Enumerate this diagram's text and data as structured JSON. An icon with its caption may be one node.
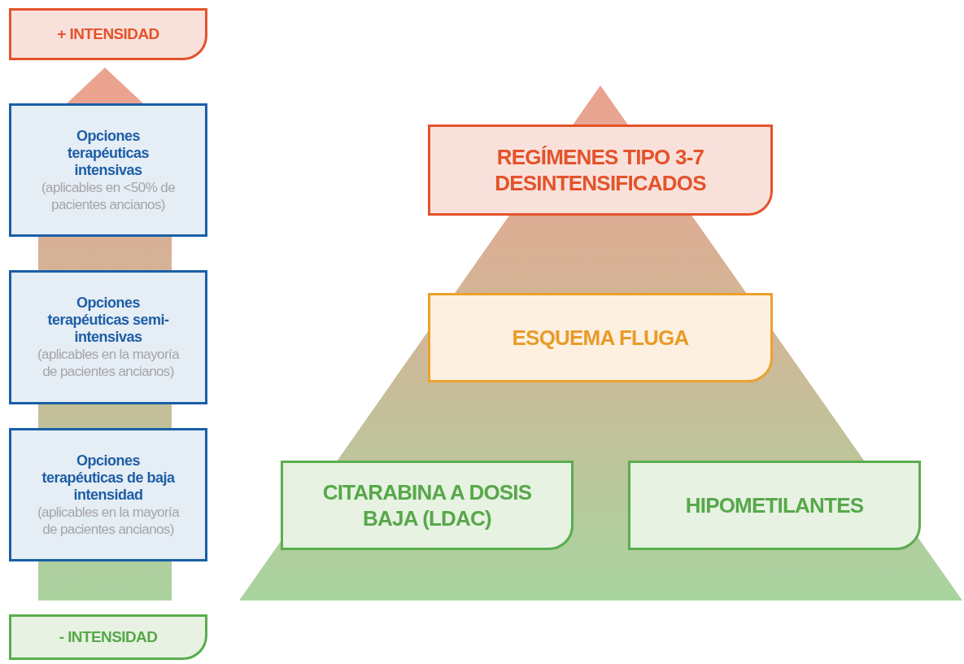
{
  "diagram": {
    "nodes": [
      {
        "text": [
          "+ INTENSIDAD"
        ]
      },
      {
        "text": [
          "Opciones terapéuticas intensivas",
          "(aplicables en <50% de pacientes ancianos)"
        ]
      },
      {
        "text": [
          "Opciones terapéuticas semi-intensivas",
          "(aplicables en la mayoría de pacientes ancianos)"
        ]
      },
      {
        "text": [
          "Opciones terapéuticas de baja intensidad",
          "(aplicables en la mayoría de pacientes ancianos)"
        ]
      },
      {
        "text": [
          "- INTENSIDAD"
        ]
      },
      {
        "text": [
          "REGÍMENES TIPO 3-7 DESINTENSIFICADOS"
        ]
      },
      {
        "text": [
          "ESQUEMA FLUGA"
        ]
      },
      {
        "text": [
          "CITARABINA A DOSIS BAJA (LDAC)"
        ]
      },
      {
        "text": [
          "HIPOMETILANTES"
        ]
      }
    ]
  }
}
